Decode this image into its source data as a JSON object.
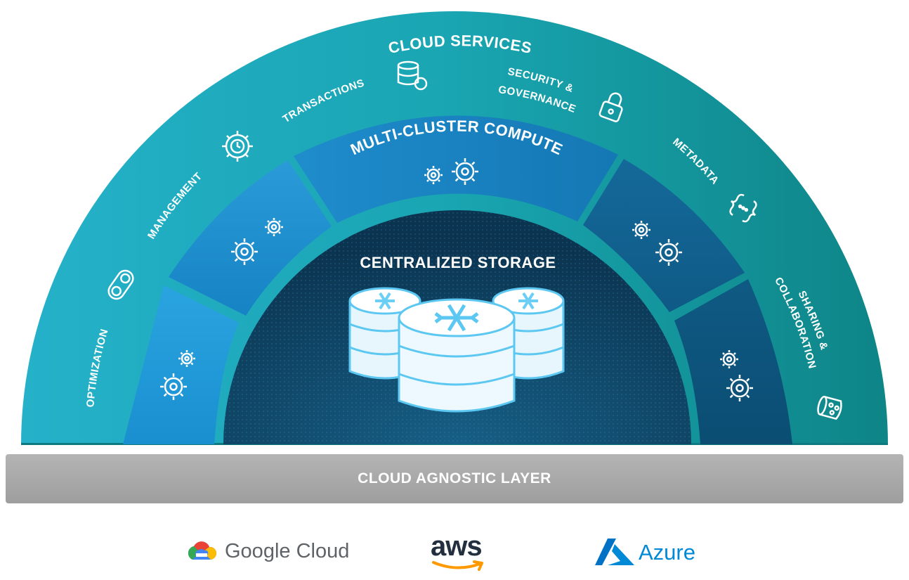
{
  "diagram": {
    "outer_ring_title": "CLOUD SERVICES",
    "services": [
      {
        "label": "OPTIMIZATION",
        "icon": "pill-toggle-icon"
      },
      {
        "label": "MANAGEMENT",
        "icon": "gear-clock-icon"
      },
      {
        "label": "TRANSACTIONS",
        "icon": "database-sync-icon"
      },
      {
        "label_line1": "SECURITY &",
        "label_line2": "GOVERNANCE",
        "icon": "lock-icon"
      },
      {
        "label": "METADATA",
        "icon": "curly-braces-icon"
      },
      {
        "label_line1": "SHARING &",
        "label_line2": "COLLABORATION",
        "icon": "database-share-icon"
      }
    ],
    "compute_title": "MULTI-CLUSTER COMPUTE",
    "compute_icon": "gears-icon",
    "storage_title": "CENTRALIZED STORAGE",
    "storage_icon": "snowflake-database-icon",
    "base_layer": "CLOUD AGNOSTIC LAYER",
    "providers": [
      {
        "name": "Google Cloud",
        "icon": "google-cloud-logo"
      },
      {
        "name": "aws",
        "icon": "aws-logo"
      },
      {
        "name": "Azure",
        "icon": "azure-logo"
      }
    ],
    "colors": {
      "outer_ring": "#1eaab4",
      "compute_light": "#1a9ed8",
      "compute_dark": "#0c5278",
      "storage": "#0e3d5c",
      "base_layer": "#a9a9a9",
      "accent_icon": "#8fdcf7"
    }
  }
}
